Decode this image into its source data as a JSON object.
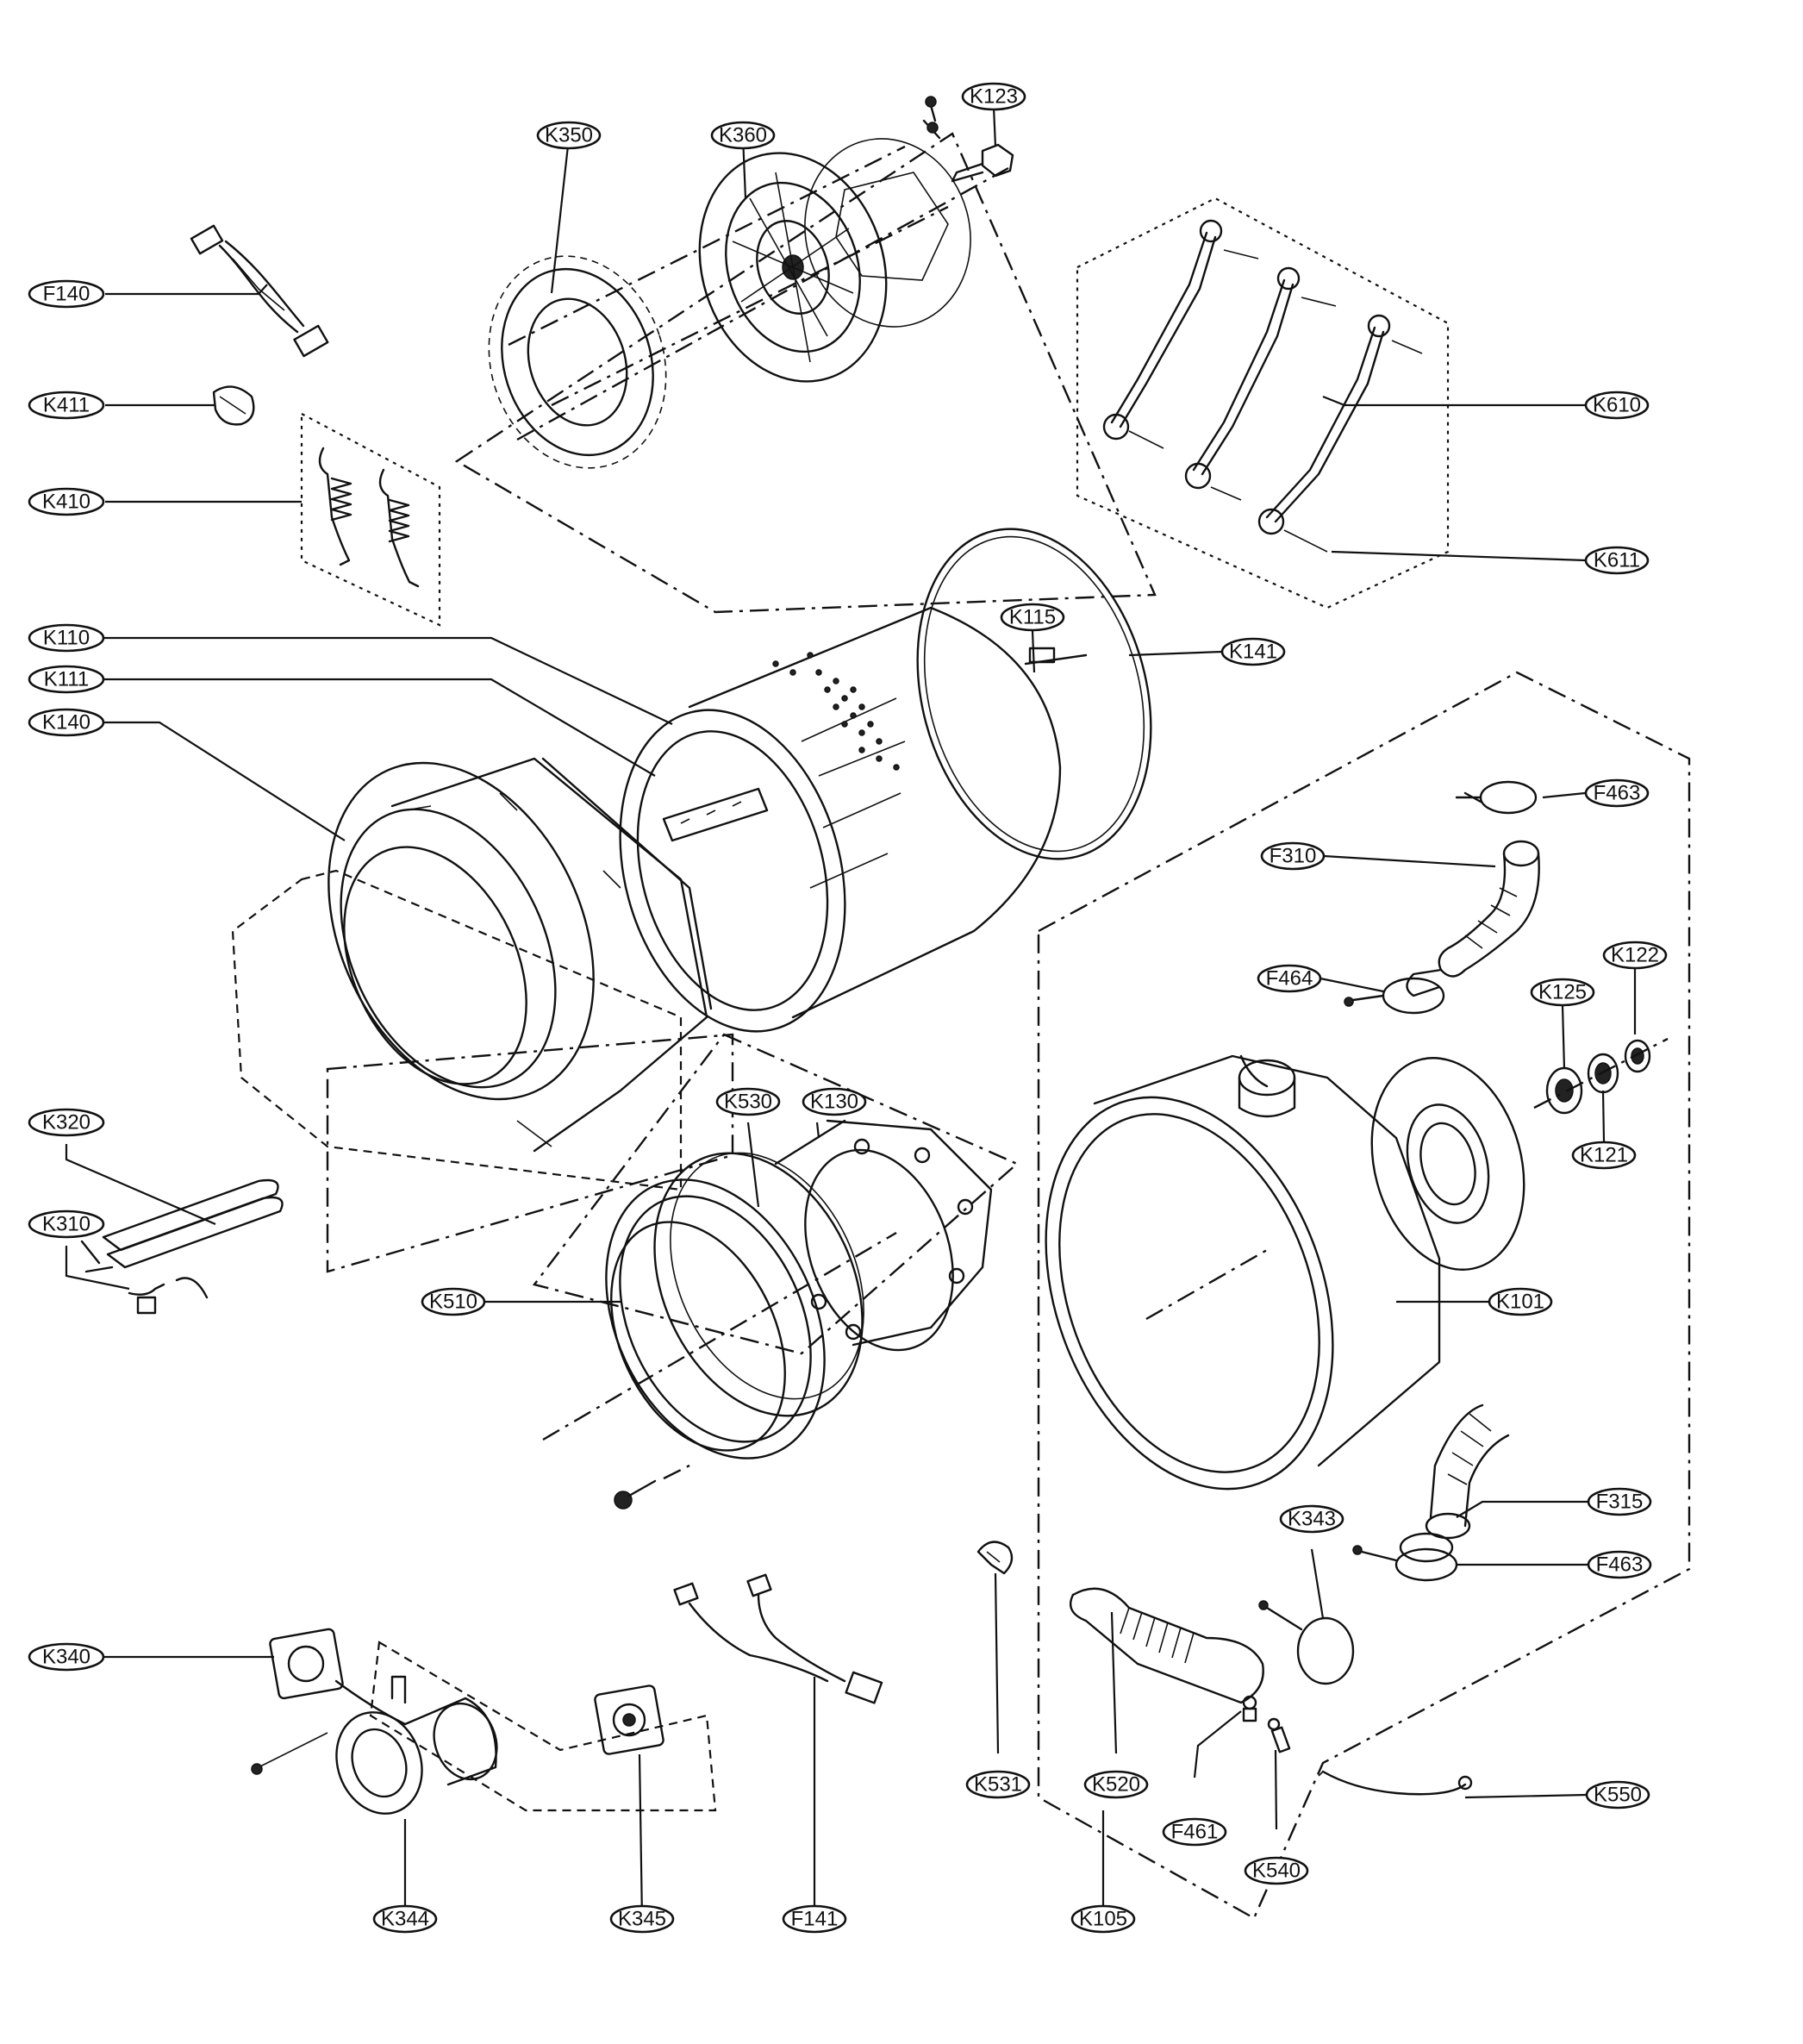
{
  "diagram": {
    "labels": {
      "K123": "K123",
      "K350": "K350",
      "K360": "K360",
      "F140": "F140",
      "K411": "K411",
      "K410": "K410",
      "K610": "K610",
      "K611": "K611",
      "K110": "K110",
      "K111": "K111",
      "K140": "K140",
      "K115": "K115",
      "K141": "K141",
      "F463_top": "F463",
      "F310": "F310",
      "F464": "F464",
      "K122": "K122",
      "K125": "K125",
      "K121": "K121",
      "K320": "K320",
      "K530": "K530",
      "K130": "K130",
      "K310": "K310",
      "K510": "K510",
      "K101": "K101",
      "K343": "K343",
      "F315": "F315",
      "F463_bottom": "F463",
      "K340": "K340",
      "K531": "K531",
      "K520": "K520",
      "F461": "F461",
      "K540": "K540",
      "K550": "K550",
      "K344": "K344",
      "K345": "K345",
      "F141": "F141",
      "K105": "K105"
    }
  }
}
